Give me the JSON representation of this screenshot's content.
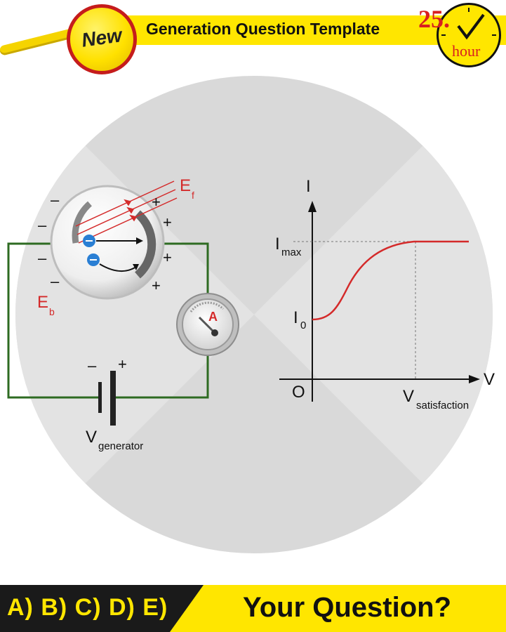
{
  "header": {
    "title": "Generation Question Template",
    "badge": "New",
    "hours_number": "25.",
    "hours_label": "hour",
    "accent": "#ffe600",
    "badge_ring": "#c51c1c"
  },
  "diagram": {
    "field_label": "E",
    "field_subscript": "f",
    "back_field_label": "E",
    "back_field_subscript": "b",
    "ammeter_label": "A",
    "generator_label": "V",
    "generator_subscript": "generator",
    "minus_sign": "–",
    "plus_sign": "+",
    "red": "#d42a2a",
    "wire": "#2e6b22"
  },
  "graph": {
    "y_axis_label": "I",
    "x_axis_label": "V",
    "origin_label": "O",
    "imax_label": "I",
    "imax_subscript": "max",
    "i0_label": "I",
    "i0_subscript": "0",
    "vsat_label": "V",
    "vsat_subscript": "satisfaction",
    "curve_color": "#d42a2a"
  },
  "footer": {
    "options": "A) B) C) D) E)",
    "question": "Your Question?"
  }
}
